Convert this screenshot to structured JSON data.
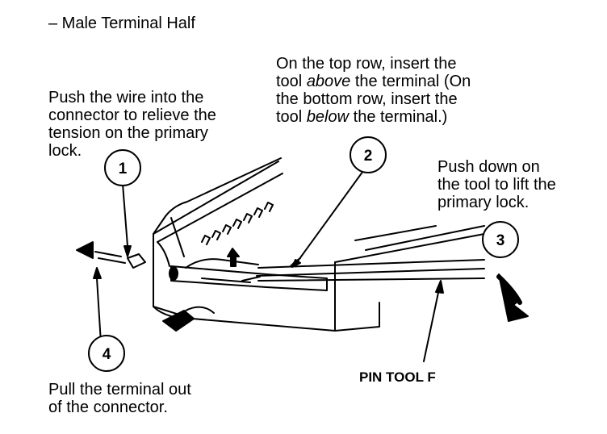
{
  "title": "– Male Terminal Half",
  "steps": [
    {
      "number": "1",
      "lines": [
        "Push the wire into the",
        "connector to relieve the",
        "tension on the primary",
        "lock."
      ]
    },
    {
      "number": "2",
      "lines": [
        "On the top row, insert the",
        "tool |above| the terminal (On",
        "the bottom row, insert the",
        "tool |below| the terminal.)"
      ]
    },
    {
      "number": "3",
      "lines": [
        "Push down on",
        "the tool to lift the",
        "primary lock."
      ]
    },
    {
      "number": "4",
      "lines": [
        "Pull the terminal out",
        "of the connector."
      ]
    }
  ],
  "tool_label": "PIN TOOL F",
  "colors": {
    "ink": "#000000",
    "paper": "#ffffff"
  }
}
